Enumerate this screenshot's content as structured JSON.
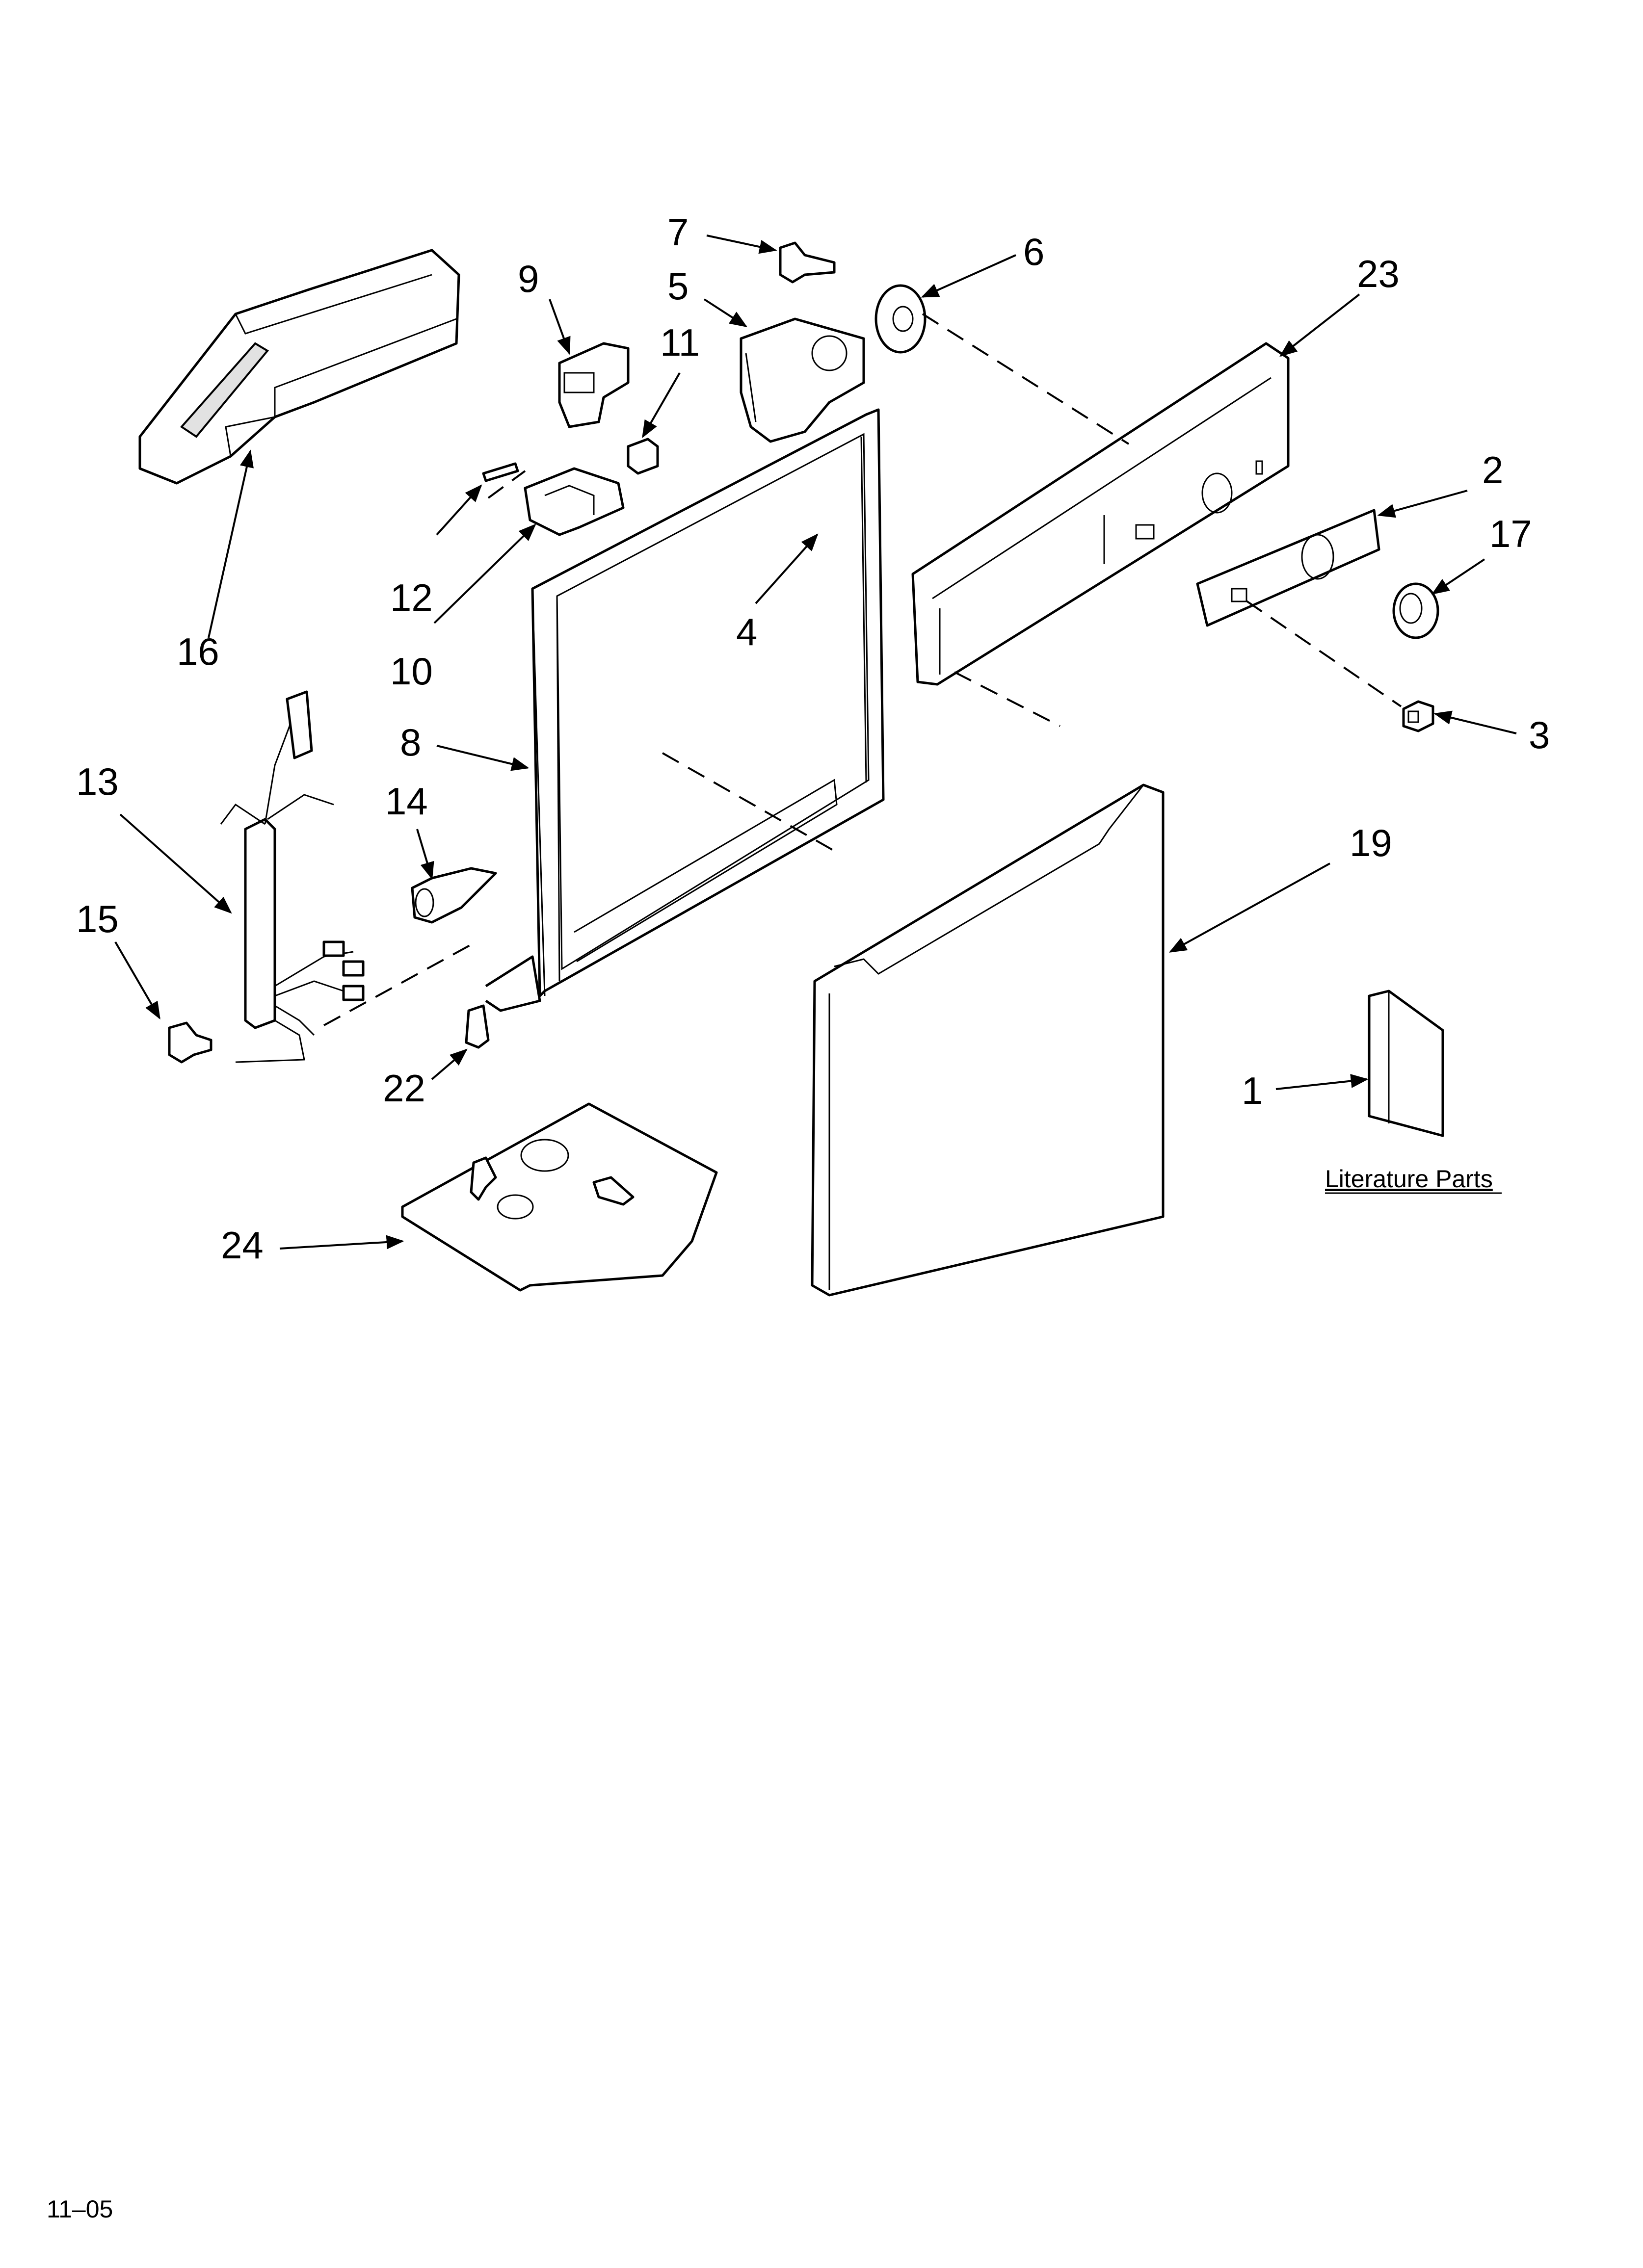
{
  "callouts": [
    {
      "id": "c1",
      "text": "1"
    },
    {
      "id": "c2",
      "text": "2"
    },
    {
      "id": "c3",
      "text": "3"
    },
    {
      "id": "c4",
      "text": "4"
    },
    {
      "id": "c5",
      "text": "5"
    },
    {
      "id": "c6",
      "text": "6"
    },
    {
      "id": "c7",
      "text": "7"
    },
    {
      "id": "c8",
      "text": "8"
    },
    {
      "id": "c9",
      "text": "9"
    },
    {
      "id": "c10",
      "text": "10"
    },
    {
      "id": "c11",
      "text": "11"
    },
    {
      "id": "c12",
      "text": "12"
    },
    {
      "id": "c13",
      "text": "13"
    },
    {
      "id": "c14",
      "text": "14"
    },
    {
      "id": "c15",
      "text": "15"
    },
    {
      "id": "c16",
      "text": "16"
    },
    {
      "id": "c17",
      "text": "17"
    },
    {
      "id": "c19",
      "text": "19"
    },
    {
      "id": "c22",
      "text": "22"
    },
    {
      "id": "c23",
      "text": "23"
    },
    {
      "id": "c24",
      "text": "24"
    }
  ],
  "literature_label": "Literature Parts",
  "footer_code": "11–05"
}
